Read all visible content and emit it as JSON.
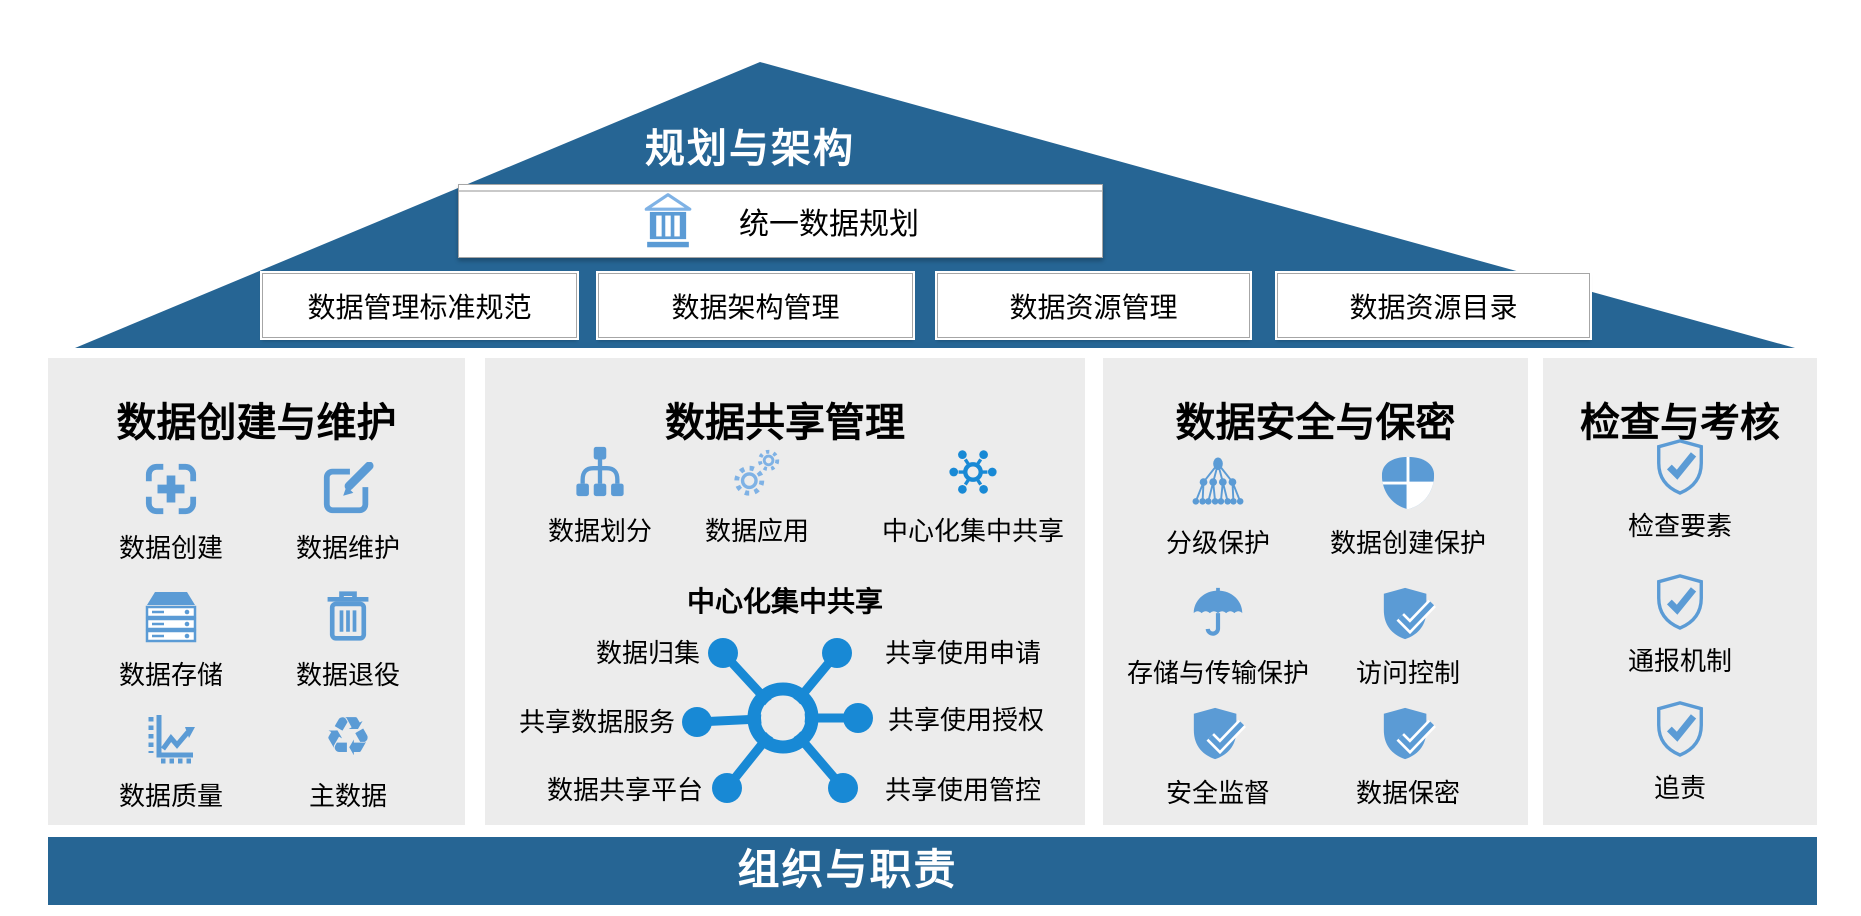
{
  "colors": {
    "roof_blue": "#266594",
    "icon_blue": "#5B9BD5",
    "hub_blue": "#1889D5",
    "panel_gray": "#ECECEC"
  },
  "roof": {
    "title": "规划与架构",
    "unified_label": "统一数据规划",
    "boxes": [
      "数据管理标准规范",
      "数据架构管理",
      "数据资源管理",
      "数据资源目录"
    ]
  },
  "columns": [
    {
      "title": "数据创建与维护",
      "items": [
        {
          "label": "数据创建",
          "icon": "plus-frame-icon"
        },
        {
          "label": "数据维护",
          "icon": "edit-icon"
        },
        {
          "label": "数据存储",
          "icon": "server-icon"
        },
        {
          "label": "数据退役",
          "icon": "trash-icon"
        },
        {
          "label": "数据质量",
          "icon": "line-chart-icon"
        },
        {
          "label": "主数据",
          "icon": "recycle-icon"
        }
      ]
    },
    {
      "title": "数据共享管理",
      "items": [
        {
          "label": "数据划分",
          "icon": "hierarchy-icon"
        },
        {
          "label": "数据应用",
          "icon": "gears-icon"
        },
        {
          "label": "中心化集中共享",
          "icon": "network-hub-icon"
        }
      ],
      "hub": {
        "title": "中心化集中共享",
        "left_labels": [
          "数据归集",
          "共享数据服务",
          "数据共享平台"
        ],
        "right_labels": [
          "共享使用申请",
          "共享使用授权",
          "共享使用管控"
        ]
      }
    },
    {
      "title": "数据安全与保密",
      "items": [
        {
          "label": "分级保护",
          "icon": "fanout-tree-icon"
        },
        {
          "label": "数据创建保护",
          "icon": "shield-quarters-icon"
        },
        {
          "label": "存储与传输保护",
          "icon": "umbrella-icon"
        },
        {
          "label": "访问控制",
          "icon": "shield-check-icon"
        },
        {
          "label": "安全监督",
          "icon": "shield-check-icon"
        },
        {
          "label": "数据保密",
          "icon": "shield-check-icon"
        }
      ]
    },
    {
      "title": "检查与考核",
      "items": [
        {
          "label": "检查要素",
          "icon": "shield-check-outline-icon"
        },
        {
          "label": "通报机制",
          "icon": "shield-check-outline-icon"
        },
        {
          "label": "追责",
          "icon": "shield-check-outline-icon"
        }
      ]
    }
  ],
  "footer": {
    "title": "组织与职责"
  }
}
